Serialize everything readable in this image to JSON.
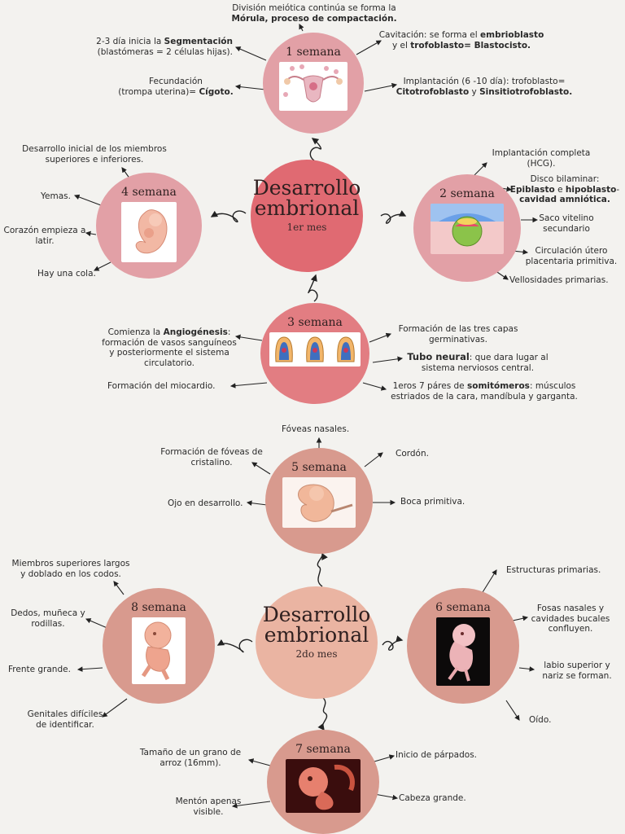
{
  "month1": {
    "title": "Desarrollo embrional",
    "subtitle": "1er mes",
    "week1": {
      "title": "1 semana",
      "notes": {
        "morula_a": "División meiótica continúa se forma la",
        "morula_b": "Mórula, proceso de compactación.",
        "seg_a": "2-3 día inicia la ",
        "seg_b": "Segmentación",
        "seg_c": "(blastómeras = 2 células hijas).",
        "cav_a": "Cavitación: se forma el ",
        "cav_b": "embrioblasto",
        "cav_c": "y el ",
        "cav_d": "trofoblasto= Blastocisto.",
        "fec_a": "Fecundación",
        "fec_b": "(trompa uterina)= ",
        "fec_c": "Cígoto.",
        "imp_a": "Implantación (6 -10 día): trofoblasto=",
        "imp_b": "Citotrofoblasto",
        "imp_c": " y ",
        "imp_d": "Sinsitiotrofoblasto."
      }
    },
    "week2": {
      "title": "2 semana",
      "notes": {
        "hcg_a": "Implantación completa",
        "hcg_b": "(HCG).",
        "disc_a": "Disco bilaminar:",
        "disc_b": "Epiblasto",
        "disc_c": " e ",
        "disc_d": "hipoblasto",
        "disc_e": "-",
        "disc_f": "cavidad amniótica.",
        "saco_a": "Saco vitelino",
        "saco_b": "secundario",
        "circ_a": "Circulación útero",
        "circ_b": "placentaria primitiva.",
        "vell": "Vellosidades primarias."
      }
    },
    "week3": {
      "title": "3 semana",
      "notes": {
        "ang_a": "Comienza la ",
        "ang_b": "Angiogénesis",
        "ang_c": ":",
        "ang_d": "formación de vasos sanguíneos",
        "ang_e": "y posteriormente el sistema",
        "ang_f": "circulatorio.",
        "mio": "Formación del miocardio.",
        "capas_a": "Formación de las tres capas",
        "capas_b": "germinativas.",
        "tubo_a": "Tubo neural",
        "tubo_b": ": que dara lugar al",
        "tubo_c": "sistema nerviosos central.",
        "som_a": "1eros 7 páres de ",
        "som_b": "somitómeros",
        "som_c": ": músculos",
        "som_d": "estriados de la cara, mandíbula y garganta."
      }
    },
    "week4": {
      "title": "4 semana",
      "notes": {
        "miem_a": "Desarrollo inicial de los miembros",
        "miem_b": "superiores e inferiores.",
        "yemas": "Yemas.",
        "cor_a": "Corazón empieza a",
        "cor_b": "latir.",
        "cola": "Hay una cola."
      }
    }
  },
  "month2": {
    "title": "Desarrollo embrional",
    "subtitle": "2do mes",
    "week5": {
      "title": "5 semana",
      "notes": {
        "foveas": "Fóveas nasales.",
        "crist_a": "Formación de fóveas de",
        "crist_b": "cristalino.",
        "cordon": "Cordón.",
        "ojo": "Ojo en desarrollo.",
        "boca": "Boca primitiva."
      }
    },
    "week6": {
      "title": "6 semana",
      "notes": {
        "estr": "Estructuras primarias.",
        "fosas_a": "Fosas nasales y",
        "fosas_b": "cavidades bucales",
        "fosas_c": "confluyen.",
        "labio_a": "labio superior y",
        "labio_b": "nariz se forman.",
        "oido": "Oído."
      }
    },
    "week7": {
      "title": "7 semana",
      "notes": {
        "tam_a": "Tamaño de un grano de",
        "tam_b": "arroz (16mm).",
        "parp": "Inicio de párpados.",
        "ment_a": "Mentón apenas",
        "ment_b": "visible.",
        "cab": "Cabeza grande."
      }
    },
    "week8": {
      "title": "8 semana",
      "notes": {
        "miem_a": "Miembros superiores largos",
        "miem_b": "y doblado en los codos.",
        "dedos_a": "Dedos, muñeca y",
        "dedos_b": "rodillas.",
        "frente": "Frente grande.",
        "gen_a": "Genitales difíciles",
        "gen_b": "de identificar."
      }
    }
  },
  "colors": {
    "background": "#f3f2ef",
    "center_month1": "#e06a72",
    "center_month2": "#eab4a2",
    "week_pink": "#e2a0a6",
    "week_salmon": "#d89a8e",
    "week3_coral": "#e27d82"
  }
}
